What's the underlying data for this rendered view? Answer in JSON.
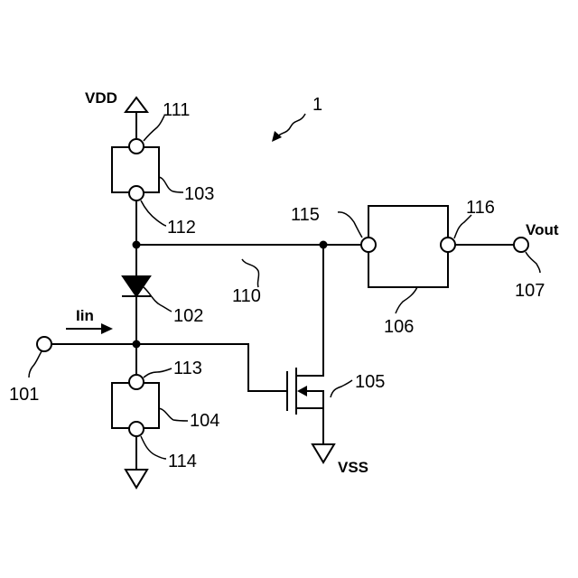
{
  "figure": {
    "ref": "1",
    "signals": {
      "vdd": "VDD",
      "vss": "VSS",
      "vout": "Vout",
      "iin": "Iin"
    },
    "refs": {
      "input_terminal": "101",
      "diode": "102",
      "element_top": "103",
      "element_bottom": "104",
      "transistor": "105",
      "circuit_block": "106",
      "output_terminal": "107",
      "wire": "110",
      "node_111": "111",
      "node_112": "112",
      "node_113": "113",
      "node_114": "114",
      "node_115": "115",
      "node_116": "116"
    }
  }
}
